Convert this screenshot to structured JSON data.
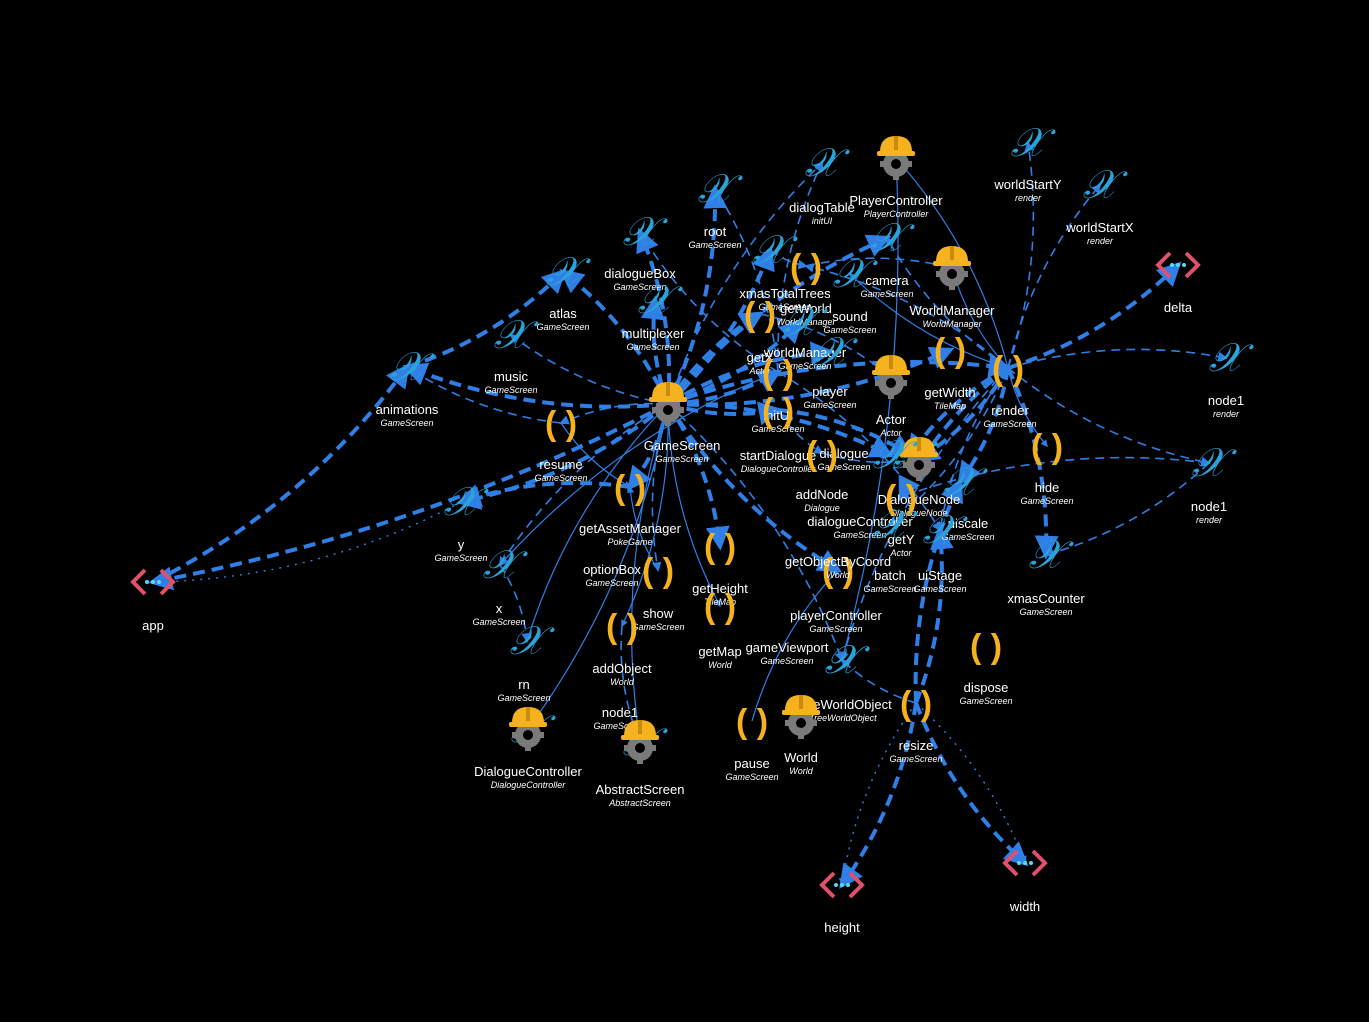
{
  "nodes": [
    {
      "id": "GameScreen",
      "type": "class",
      "label": "GameScreen",
      "sub": "GameScreen"
    },
    {
      "id": "render",
      "type": "method",
      "label": "render",
      "sub": "GameScreen"
    },
    {
      "id": "resize",
      "type": "method",
      "label": "resize",
      "sub": "GameScreen"
    },
    {
      "id": "app",
      "type": "param",
      "label": "app",
      "sub": ""
    },
    {
      "id": "delta",
      "type": "param",
      "label": "delta",
      "sub": ""
    },
    {
      "id": "height",
      "type": "param",
      "label": "height",
      "sub": ""
    },
    {
      "id": "width",
      "type": "param",
      "label": "width",
      "sub": ""
    },
    {
      "id": "animations",
      "type": "field",
      "label": "animations",
      "sub": "GameScreen"
    },
    {
      "id": "atlas",
      "type": "field",
      "label": "atlas",
      "sub": "GameScreen"
    },
    {
      "id": "music",
      "type": "field",
      "label": "music",
      "sub": "GameScreen"
    },
    {
      "id": "dialogueBox",
      "type": "field",
      "label": "dialogueBox",
      "sub": "GameScreen"
    },
    {
      "id": "multiplexer",
      "type": "field",
      "label": "multiplexer",
      "sub": "GameScreen"
    },
    {
      "id": "root",
      "type": "field",
      "label": "root",
      "sub": "GameScreen"
    },
    {
      "id": "dialogTable",
      "type": "field",
      "label": "dialogTable",
      "sub": "initUI"
    },
    {
      "id": "PlayerControllerCls",
      "type": "class",
      "label": "PlayerController",
      "sub": "PlayerController"
    },
    {
      "id": "worldStartY",
      "type": "field",
      "label": "worldStartY",
      "sub": "render"
    },
    {
      "id": "worldStartX",
      "type": "field",
      "label": "worldStartX",
      "sub": "render"
    },
    {
      "id": "xmasTotalTrees",
      "type": "field",
      "label": "xmasTotalTrees",
      "sub": "GameScreen"
    },
    {
      "id": "getWorld",
      "type": "method",
      "label": "getWorld",
      "sub": "WorldManager"
    },
    {
      "id": "sound",
      "type": "field",
      "label": "sound",
      "sub": "GameScreen"
    },
    {
      "id": "camera",
      "type": "field",
      "label": "camera",
      "sub": "GameScreen"
    },
    {
      "id": "WorldManagerCls",
      "type": "class",
      "label": "WorldManager",
      "sub": "WorldManager"
    },
    {
      "id": "getX",
      "type": "method",
      "label": "getX",
      "sub": "Actor"
    },
    {
      "id": "worldManager",
      "type": "field",
      "label": "worldManager",
      "sub": "GameScreen"
    },
    {
      "id": "player",
      "type": "field",
      "label": "player",
      "sub": "GameScreen"
    },
    {
      "id": "getWidth",
      "type": "method",
      "label": "getWidth",
      "sub": "TileMap"
    },
    {
      "id": "ActorCls",
      "type": "class",
      "label": "Actor",
      "sub": "Actor"
    },
    {
      "id": "initUI",
      "type": "method",
      "label": "initUI",
      "sub": "GameScreen"
    },
    {
      "id": "node1a",
      "type": "field",
      "label": "node1",
      "sub": "render"
    },
    {
      "id": "node1b",
      "type": "field",
      "label": "node1",
      "sub": "render"
    },
    {
      "id": "startDialogue",
      "type": "method",
      "label": "startDialogue",
      "sub": "DialogueController"
    },
    {
      "id": "dialogue",
      "type": "field",
      "label": "dialogue",
      "sub": "GameScreen"
    },
    {
      "id": "resume",
      "type": "method",
      "label": "resume",
      "sub": "GameScreen"
    },
    {
      "id": "hide",
      "type": "method",
      "label": "hide",
      "sub": "GameScreen"
    },
    {
      "id": "addNode",
      "type": "method",
      "label": "addNode",
      "sub": "Dialogue"
    },
    {
      "id": "DialogueNodeCls",
      "type": "class",
      "label": "DialogueNode",
      "sub": "DialogueNode"
    },
    {
      "id": "dialogueController",
      "type": "field",
      "label": "dialogueController",
      "sub": "GameScreen"
    },
    {
      "id": "uiscale",
      "type": "field",
      "label": "uiscale",
      "sub": "GameScreen"
    },
    {
      "id": "getAssetManager",
      "type": "method",
      "label": "getAssetManager",
      "sub": "PokeGame"
    },
    {
      "id": "getY",
      "type": "method",
      "label": "getY",
      "sub": "Actor"
    },
    {
      "id": "y",
      "type": "field",
      "label": "y",
      "sub": "GameScreen"
    },
    {
      "id": "getObjectByCoord",
      "type": "method",
      "label": "getObjectByCoord",
      "sub": "World"
    },
    {
      "id": "batch",
      "type": "field",
      "label": "batch",
      "sub": "GameScreen"
    },
    {
      "id": "uiStage",
      "type": "field",
      "label": "uiStage",
      "sub": "GameScreen"
    },
    {
      "id": "xmasCounter",
      "type": "field",
      "label": "xmasCounter",
      "sub": "GameScreen"
    },
    {
      "id": "optionBox",
      "type": "field",
      "label": "optionBox",
      "sub": "GameScreen"
    },
    {
      "id": "getHeight",
      "type": "method",
      "label": "getHeight",
      "sub": "TileMap"
    },
    {
      "id": "show",
      "type": "method",
      "label": "show",
      "sub": "GameScreen"
    },
    {
      "id": "x",
      "type": "field",
      "label": "x",
      "sub": "GameScreen"
    },
    {
      "id": "playerController",
      "type": "field",
      "label": "playerController",
      "sub": "GameScreen"
    },
    {
      "id": "addObject",
      "type": "method",
      "label": "addObject",
      "sub": "World"
    },
    {
      "id": "getMap",
      "type": "method",
      "label": "getMap",
      "sub": "World"
    },
    {
      "id": "gameViewport",
      "type": "field",
      "label": "gameViewport",
      "sub": "GameScreen"
    },
    {
      "id": "dispose",
      "type": "method",
      "label": "dispose",
      "sub": "GameScreen"
    },
    {
      "id": "rn",
      "type": "field",
      "label": "rn",
      "sub": "GameScreen"
    },
    {
      "id": "TreeWorldObjectCls",
      "type": "class",
      "label": "TreeWorldObject",
      "sub": "TreeWorldObject"
    },
    {
      "id": "node1c",
      "type": "field",
      "label": "node1",
      "sub": "GameScreen"
    },
    {
      "id": "DialogueControllerCls",
      "type": "class",
      "label": "DialogueController",
      "sub": "DialogueController"
    },
    {
      "id": "pause",
      "type": "method",
      "label": "pause",
      "sub": "GameScreen"
    },
    {
      "id": "WorldCls",
      "type": "class",
      "label": "World",
      "sub": "World"
    },
    {
      "id": "AbstractScreenCls",
      "type": "class",
      "label": "AbstractScreen",
      "sub": "AbstractScreen"
    }
  ],
  "colors": {
    "background": "#000000",
    "edge": "#2f7fe6",
    "field_icon": "#2aa3d8",
    "method_icon": "#f5b21e",
    "class_helmet": "#f5b21e",
    "class_gear": "#7a7a7a",
    "param_icon": "#e0506a",
    "param_dots": "#5ad8f0",
    "label": "#ffffff"
  },
  "icons": {
    "field": "variable-x-icon",
    "method": "method-parentheses-icon",
    "class": "class-worker-gear-icon",
    "param": "parameter-diamond-icon"
  }
}
